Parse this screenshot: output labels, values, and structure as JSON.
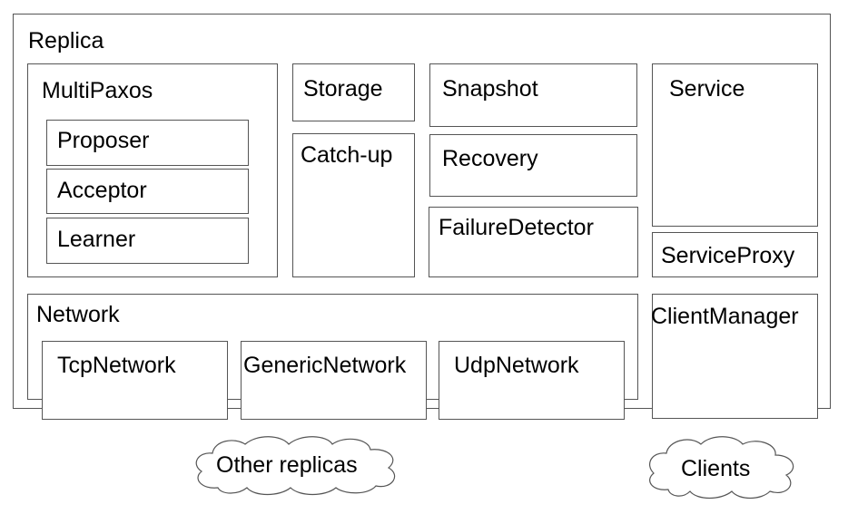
{
  "replica": {
    "label": "Replica"
  },
  "multipaxos": {
    "label": "MultiPaxos",
    "proposer": "Proposer",
    "acceptor": "Acceptor",
    "learner": "Learner"
  },
  "storage": {
    "label": "Storage"
  },
  "catchup": {
    "label": "Catch-up"
  },
  "snapshot": {
    "label": "Snapshot"
  },
  "recovery": {
    "label": "Recovery"
  },
  "failure_detector": {
    "label": "FailureDetector"
  },
  "service": {
    "label": "Service"
  },
  "service_proxy": {
    "label": "ServiceProxy"
  },
  "network": {
    "label": "Network",
    "tcp": "TcpNetwork",
    "generic": "GenericNetwork",
    "udp": "UdpNetwork"
  },
  "client_manager": {
    "label": "ClientManager"
  },
  "other_replicas": {
    "label": "Other replicas"
  },
  "clients": {
    "label": "Clients"
  }
}
